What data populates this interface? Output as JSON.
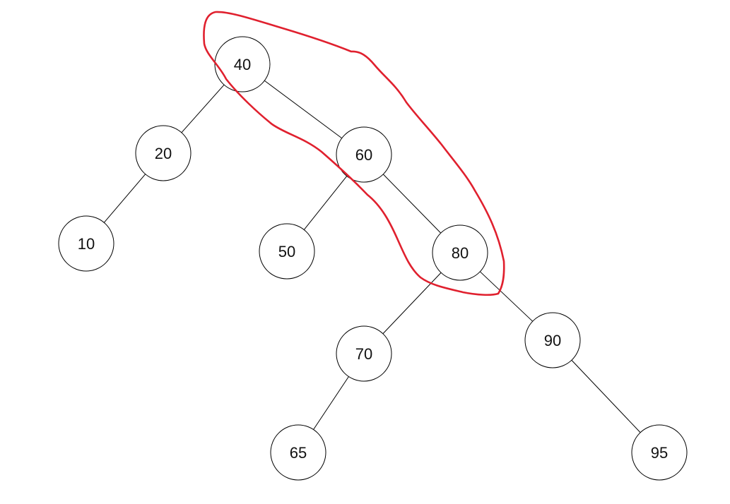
{
  "tree": {
    "nodes": [
      {
        "id": "n40",
        "label": "40"
      },
      {
        "id": "n20",
        "label": "20"
      },
      {
        "id": "n60",
        "label": "60"
      },
      {
        "id": "n10",
        "label": "10"
      },
      {
        "id": "n50",
        "label": "50"
      },
      {
        "id": "n80",
        "label": "80"
      },
      {
        "id": "n70",
        "label": "70"
      },
      {
        "id": "n90",
        "label": "90"
      },
      {
        "id": "n65",
        "label": "65"
      },
      {
        "id": "n95",
        "label": "95"
      }
    ],
    "edges": [
      {
        "from": "n40",
        "to": "n20"
      },
      {
        "from": "n40",
        "to": "n60"
      },
      {
        "from": "n20",
        "to": "n10"
      },
      {
        "from": "n60",
        "to": "n50"
      },
      {
        "from": "n60",
        "to": "n80"
      },
      {
        "from": "n80",
        "to": "n70"
      },
      {
        "from": "n80",
        "to": "n90"
      },
      {
        "from": "n70",
        "to": "n65"
      },
      {
        "from": "n90",
        "to": "n95"
      }
    ],
    "highlighted_path": [
      "n40",
      "n60",
      "n80"
    ]
  },
  "colors": {
    "node_stroke": "#000000",
    "edge_stroke": "#000000",
    "highlight_stroke": "#e0202e",
    "background": "#ffffff"
  }
}
